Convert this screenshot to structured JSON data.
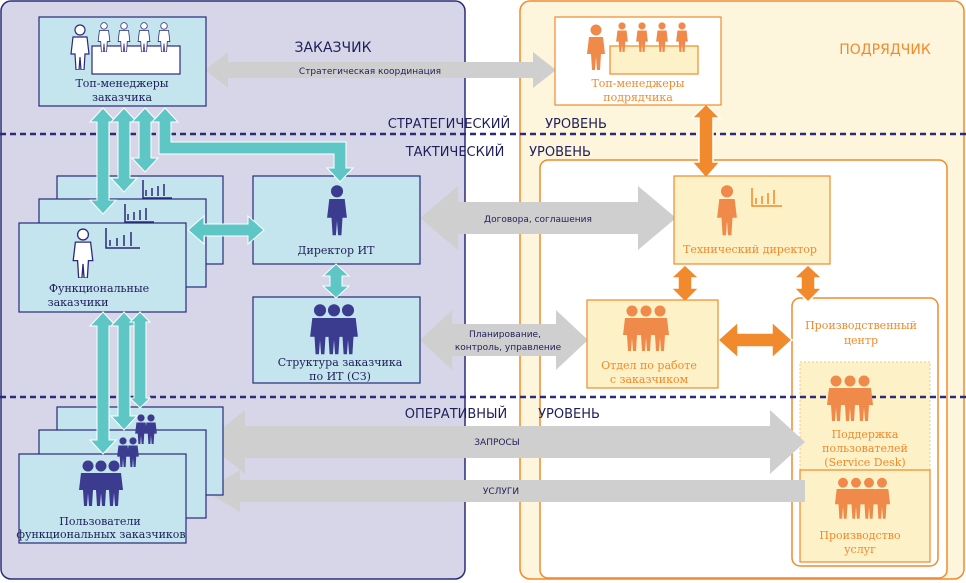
{
  "colors": {
    "customer_panel": "#d6d6e8",
    "customer_border": "#2b2b7a",
    "contractor_panel": "#fdf6dc",
    "contractor_border": "#f08a2c",
    "box_blue": "#c4e4ee",
    "box_blue_border": "#2b2b7a",
    "box_orange": "#fdf1c8",
    "arrow_teal": "#5fc6c6",
    "arrow_gray": "#cfcfcf",
    "arrow_orange": "#f08a2c",
    "people_navy": "#3b3b8f",
    "people_orange": "#f08a4a",
    "text_navy": "#1f1f5a",
    "text_orange": "#f08a2c"
  },
  "panels": {
    "customer_title": "ЗАКАЗЧИК",
    "contractor_title": "ПОДРЯДЧИК"
  },
  "levels": {
    "strategic_a": "СТРАТЕГИЧЕСКИЙ",
    "strategic_b": "УРОВЕНЬ",
    "tactical_a": "ТАКТИЧЕСКИЙ",
    "tactical_b": "УРОВЕНЬ",
    "operational_a": "ОПЕРАТИВНЫЙ",
    "operational_b": "УРОВЕНЬ"
  },
  "customer": {
    "top_managers_1": "Топ-менеджеры",
    "top_managers_2": "заказчика",
    "functional_1": "Функциональные",
    "functional_2": "заказчики",
    "it_director": "Директор ИТ",
    "it_structure_1": "Структура заказчика",
    "it_structure_2": "по ИТ (СЗ)",
    "users_1": "Пользователи",
    "users_2": "функциональных заказчиков"
  },
  "contractor": {
    "top_managers_1": "Топ-менеджеры",
    "top_managers_2": "подрядчика",
    "tech_director": "Технический директор",
    "dept_1": "Отдел по работе",
    "dept_2": "с заказчиком",
    "prod_center_1": "Производственный",
    "prod_center_2": "центр",
    "support_1": "Поддержка",
    "support_2": "пользователей",
    "support_3": "(Service Desk)",
    "production_1": "Производство",
    "production_2": "услуг"
  },
  "arrows": {
    "strategic": "Стратегическая координация",
    "contracts": "Договора, соглашения",
    "planning_1": "Планирование,",
    "planning_2": "контроль, управление",
    "requests": "ЗАПРОСЫ",
    "services": "УСЛУГИ"
  }
}
